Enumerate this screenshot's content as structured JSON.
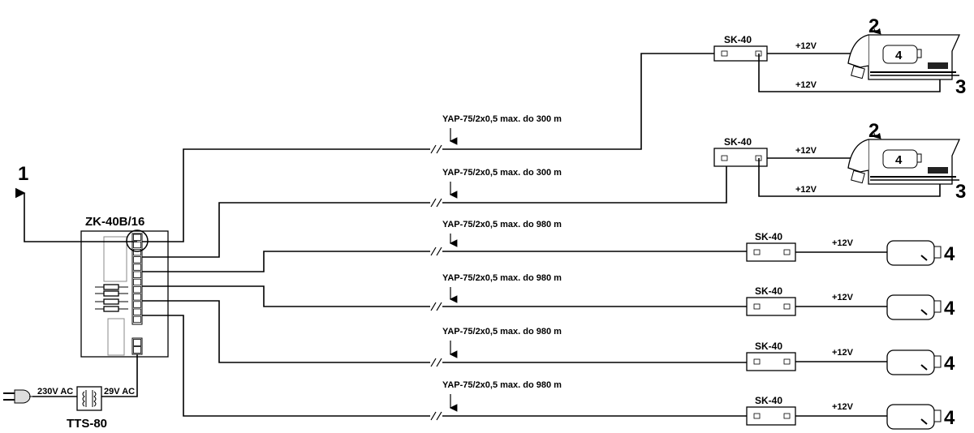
{
  "controller": {
    "name": "ZK-40B/16"
  },
  "transformer": {
    "name": "TTS-80",
    "input": "230V AC",
    "output": "29V AC"
  },
  "callouts": {
    "one": "1",
    "two": "2",
    "three": "3",
    "four": "4"
  },
  "cable_runs": [
    {
      "cable": "YAP-75/2x0,5 max. do 300 m",
      "module": "SK-40",
      "voltage": "+12V",
      "voltage2": "+12V"
    },
    {
      "cable": "YAP-75/2x0,5 max. do 300 m",
      "module": "SK-40",
      "voltage": "+12V",
      "voltage2": "+12V"
    },
    {
      "cable": "YAP-75/2x0,5 max. do 980 m",
      "module": "SK-40",
      "voltage": "+12V"
    },
    {
      "cable": "YAP-75/2x0,5 max. do 980 m",
      "module": "SK-40",
      "voltage": "+12V"
    },
    {
      "cable": "YAP-75/2x0,5 max. do 980 m",
      "module": "SK-40",
      "voltage": "+12V"
    },
    {
      "cable": "YAP-75/2x0,5 max. do 980 m",
      "module": "SK-40",
      "voltage": "+12V"
    }
  ]
}
